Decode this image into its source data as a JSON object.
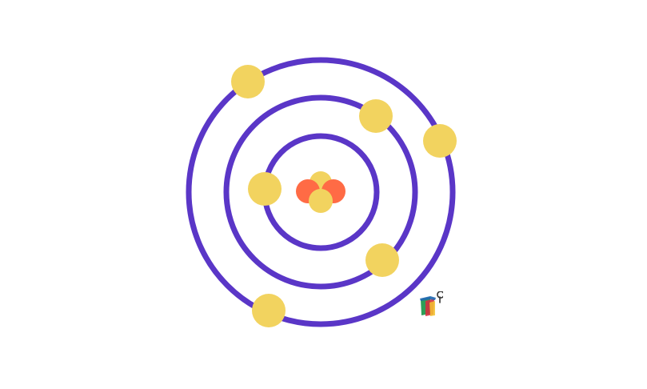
{
  "diagram": {
    "type": "atom-model",
    "orbits": [
      {
        "name": "inner-orbit",
        "electrons": 1
      },
      {
        "name": "middle-orbit",
        "electrons": 2
      },
      {
        "name": "outer-orbit",
        "electrons": 3
      }
    ],
    "nucleus": {
      "particles": [
        {
          "kind": "proton"
        },
        {
          "kind": "proton"
        },
        {
          "kind": "neutron"
        },
        {
          "kind": "neutron"
        }
      ]
    },
    "electron_count": 6
  },
  "colors": {
    "orbit": "#5a36c7",
    "electron": "#f2d35f",
    "proton": "#ff6b45",
    "neutron": "#f2d35f",
    "background": "#ffffff"
  },
  "logo": {
    "icon": "brand-logo-icon",
    "colors": [
      "#2e9e57",
      "#d62f3f",
      "#f2c230",
      "#1e67b1"
    ]
  }
}
